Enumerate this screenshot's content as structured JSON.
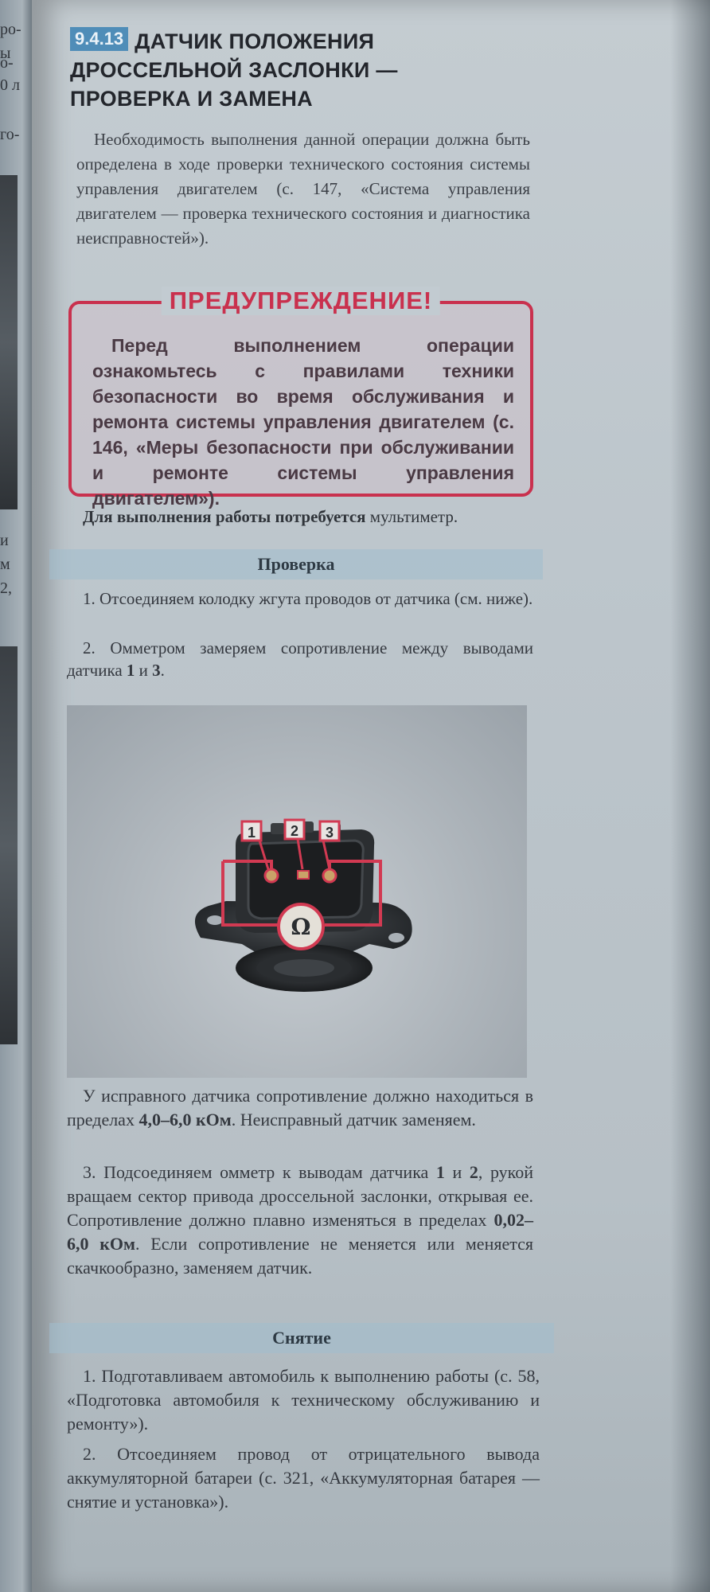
{
  "left_page": {
    "fragments": [
      "ро-",
      "ы",
      "о-",
      "0 л",
      "го-",
      "и",
      "м",
      "2,"
    ]
  },
  "header": {
    "section_number": "9.4.13",
    "title": "ДАТЧИК ПОЛОЖЕНИЯ ДРОССЕЛЬНОЙ ЗАСЛОНКИ — ПРОВЕРКА И ЗАМЕНА"
  },
  "intro": "Необходимость выполнения данной операции должна быть определена в ходе проверки технического состояния системы управления двигателем (с. 147, «Система управления двигателем — проверка технического состояния и диагностика неисправностей»).",
  "warning": {
    "title": "ПРЕДУПРЕЖДЕНИЕ!",
    "text": "Перед выполнением операции ознакомьтесь с правилами техники безопасности во время обслуживания и ремонта системы управления двигателем (с. 146, «Меры безопасности при обслуживании и ремонте системы управления двигателем»)."
  },
  "tools": {
    "bold": "Для выполнения работы потребуется",
    "rest": " мультиметр."
  },
  "check": {
    "heading": "Проверка",
    "step1": "1. Отсоединяем колодку жгута проводов от датчика (см. ниже).",
    "step2_a": "2. Омметром замеряем сопротивление между выводами датчика ",
    "step2_b1": "1",
    "step2_mid": " и ",
    "step2_b2": "3",
    "step2_end": ".",
    "photo": {
      "pin_labels": [
        "1",
        "2",
        "3"
      ],
      "meter_symbol": "Ω"
    },
    "result_a": "У исправного датчика сопротивление должно находиться в пределах ",
    "result_b": "4,0–6,0 кОм",
    "result_c": ". Неисправный датчик заменяем.",
    "step3_a": "3. Подсоединяем омметр к выводам датчика ",
    "step3_b1": "1",
    "step3_mid": " и ",
    "step3_b2": "2",
    "step3_c": ", рукой вращаем сектор привода дроссельной заслонки, открывая ее. Сопротивление должно плавно изменяться в пределах ",
    "step3_d": "0,02–6,0 кОм",
    "step3_e": ". Если сопротивление не меняется или меняется скачкообразно, заменяем датчик."
  },
  "removal": {
    "heading": "Снятие",
    "step1": "1. Подготавливаем автомобиль к выполнению работы (с. 58, «Подготовка автомобиля к техническому обслуживанию и ремонту»).",
    "step2": "2. Отсоединяем провод от отрицательного вывода аккумуляторной батареи (с. 321, «Аккумуляторная батарея — снятие и установка»)."
  },
  "colors": {
    "accent_blue": "#4f8db8",
    "warning_red": "#c9314e",
    "subhead_bg": "#a0becd",
    "marker_red": "#d23a52"
  }
}
